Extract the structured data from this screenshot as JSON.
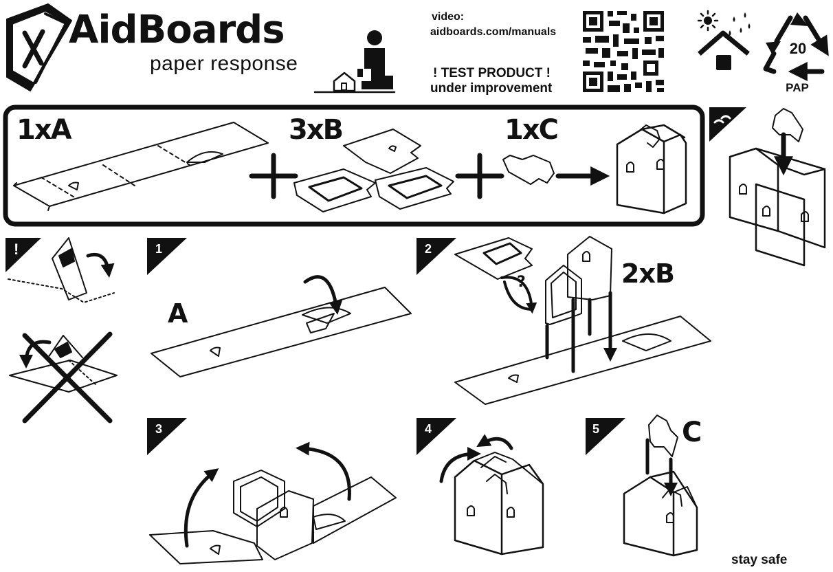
{
  "brand": {
    "name": "AidBoards",
    "tagline": "paper response"
  },
  "video": {
    "label": "video:",
    "url": "aidboards.com/manuals"
  },
  "notice": {
    "line1": "! TEST PRODUCT !",
    "line2": "under improvement"
  },
  "recycling": {
    "number": "20",
    "code": "PAP"
  },
  "parts": {
    "a": "1xA",
    "b": "3xB",
    "c": "1xC"
  },
  "steps": {
    "warning": "!",
    "s1": "1",
    "s2": "2",
    "s3": "3",
    "s4": "4",
    "s5": "5"
  },
  "labels": {
    "a": "A",
    "two_b": "2xB",
    "c": "C",
    "question": "?"
  },
  "footer": {
    "stay_safe": "stay safe"
  },
  "icons": [
    "logo-icon",
    "person-kneeling-icon",
    "qr-code-icon",
    "weather-house-icon",
    "recycle-icon",
    "link-icon"
  ]
}
